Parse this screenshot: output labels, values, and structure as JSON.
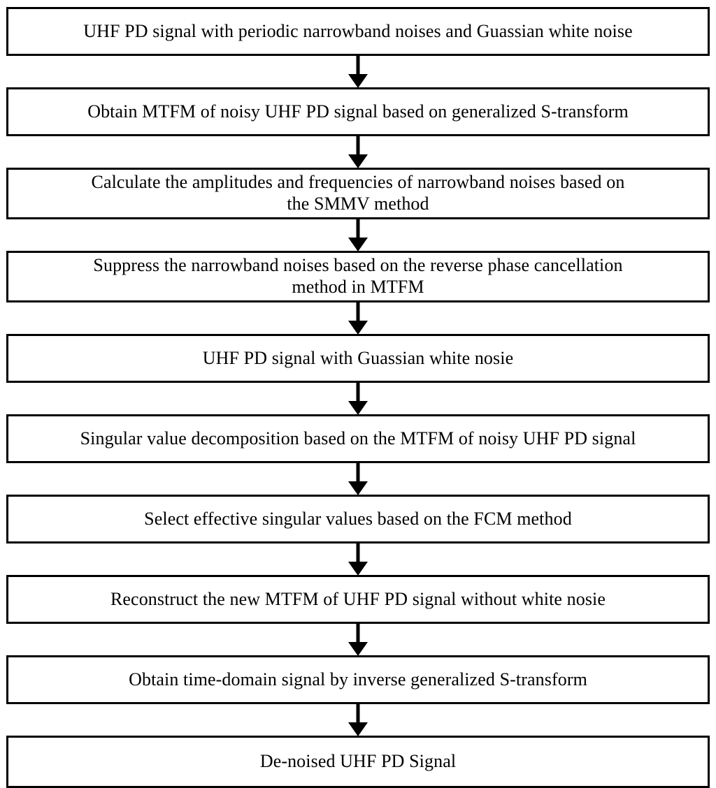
{
  "diagram": {
    "type": "flowchart",
    "orientation": "top-to-bottom",
    "title": "UHF PD signal de-noising procedure",
    "colors": {
      "background": "#FFFFFF",
      "box_border": "#000000",
      "box_fill": "#FFFFFF",
      "text": "#000000",
      "arrow": "#000000"
    },
    "nodes": [
      {
        "id": "node-1",
        "name": "input-signal",
        "label": "UHF PD signal with periodic narrowband noises and Guassian white noise",
        "lines": 1
      },
      {
        "id": "node-2",
        "name": "obtain-mtfm",
        "label": "Obtain MTFM of noisy UHF PD signal based on generalized S-transform",
        "lines": 1
      },
      {
        "id": "node-3",
        "name": "calculate-amplitudes-frequencies",
        "label": "Calculate the amplitudes and frequencies of  narrowband noises based on\nthe SMMV method",
        "lines": 2
      },
      {
        "id": "node-4",
        "name": "suppress-narrowband-noises",
        "label": "Suppress the narrowband noises based on the reverse phase cancellation\nmethod in MTFM",
        "lines": 2
      },
      {
        "id": "node-5",
        "name": "signal-with-white-noise",
        "label": "UHF PD signal with Guassian white nosie",
        "lines": 1
      },
      {
        "id": "node-6",
        "name": "singular-value-decomposition",
        "label": "Singular value decomposition based on the MTFM of noisy UHF PD signal",
        "lines": 1
      },
      {
        "id": "node-7",
        "name": "select-singular-values",
        "label": "Select effective singular values based on the FCM method",
        "lines": 1
      },
      {
        "id": "node-8",
        "name": "reconstruct-mtfm",
        "label": "Reconstruct the new MTFM of UHF PD signal without white nosie",
        "lines": 1
      },
      {
        "id": "node-9",
        "name": "inverse-s-transform",
        "label": "Obtain time-domain signal by inverse generalized S-transform",
        "lines": 1
      },
      {
        "id": "node-10",
        "name": "output-denoised-signal",
        "label": "De-noised UHF PD Signal",
        "lines": 1
      }
    ],
    "connectors": [
      {
        "from": "node-1",
        "to": "node-2",
        "glyph": "down-arrow"
      },
      {
        "from": "node-2",
        "to": "node-3",
        "glyph": "down-arrow"
      },
      {
        "from": "node-3",
        "to": "node-4",
        "glyph": "down-arrow"
      },
      {
        "from": "node-4",
        "to": "node-5",
        "glyph": "down-arrow"
      },
      {
        "from": "node-5",
        "to": "node-6",
        "glyph": "down-arrow"
      },
      {
        "from": "node-6",
        "to": "node-7",
        "glyph": "down-arrow"
      },
      {
        "from": "node-7",
        "to": "node-8",
        "glyph": "down-arrow"
      },
      {
        "from": "node-8",
        "to": "node-9",
        "glyph": "down-arrow"
      },
      {
        "from": "node-9",
        "to": "node-10",
        "glyph": "down-arrow"
      }
    ]
  }
}
